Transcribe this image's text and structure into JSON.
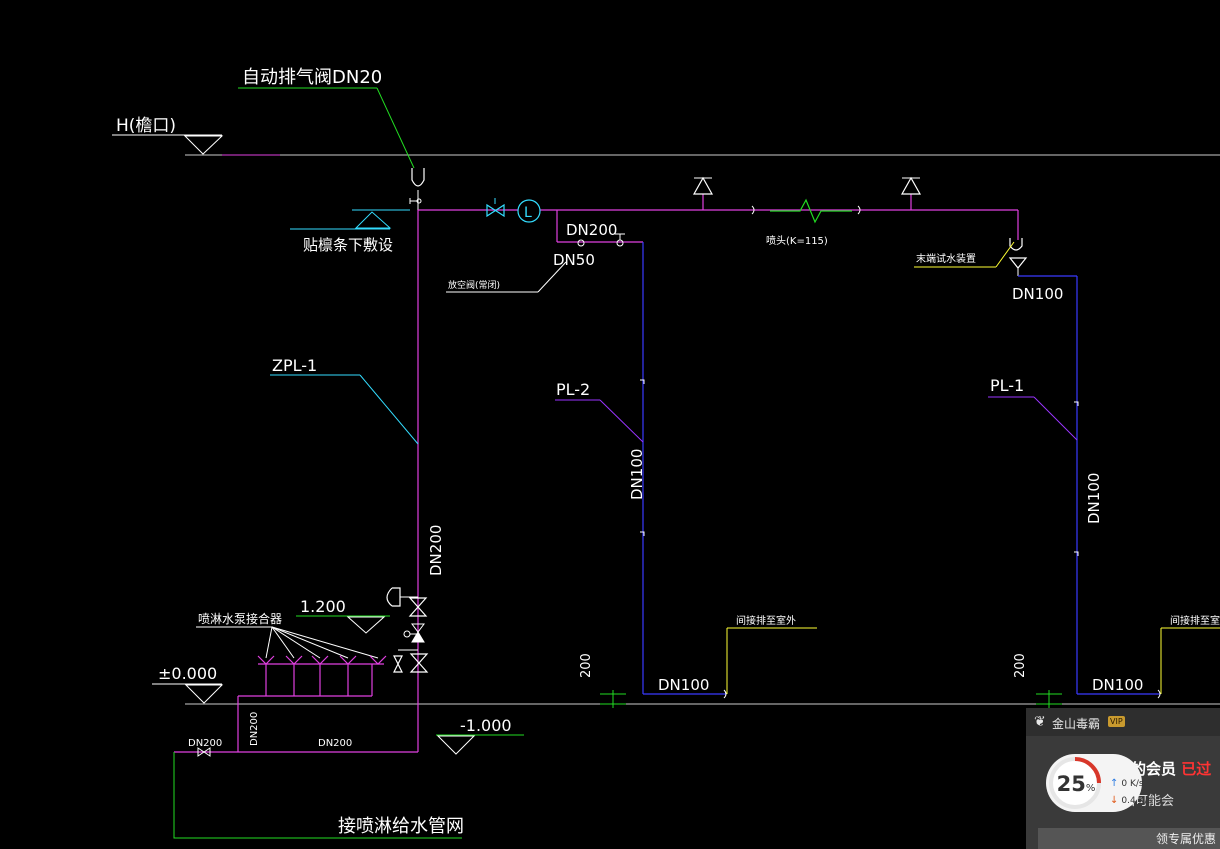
{
  "labels": {
    "air_valve": "自动排气阀DN20",
    "eave": "H(檐口)",
    "under_purlin": "贴檩条下敷设",
    "dn200_top": "DN200",
    "dn50": "DN50",
    "vent_valve": "放空阀(常闭)",
    "sprinkler": "喷头(K=115)",
    "end_test": "末端试水装置",
    "dn100_right": "DN100",
    "zpl": "ZPL-1",
    "pl2": "PL-2",
    "pl1": "PL-1",
    "dn100_pl2": "DN100",
    "dn100_pl1": "DN100",
    "dn200_riser": "DN200",
    "pump_adapter": "喷淋水泵接合器",
    "elev_1200": "1.200",
    "elev_0": "±0.000",
    "elev_minus1": "-1.000",
    "dn200_bottom_left": "DN200",
    "dn200_vertical": "DN200",
    "dn200_bottom": "DN200",
    "connect_main": "接喷淋给水管网",
    "dim_200_a": "200",
    "dim_200_b": "200",
    "dn100_bottom_a": "DN100",
    "dn100_bottom_b": "DN100",
    "indirect_a": "间接排至室外",
    "indirect_b": "间接排至室外",
    "flow_l": "L"
  },
  "popup": {
    "title": "金山毒霸",
    "vip": "VIP",
    "msg1_prefix": "您的会员",
    "msg1_red": "已过",
    "msg2": "脑可能会",
    "button": "领专属优惠"
  },
  "speed": {
    "percent": 25,
    "percent_sign": "%",
    "up": "0 K/s",
    "down": "0.4 K/s"
  },
  "colors": {
    "magenta": "#e040e0",
    "blue": "#3a3aff",
    "green": "#22dd22",
    "white": "#ffffff",
    "cyan": "#33ddff",
    "yellow": "#ffff33",
    "purple": "#9a34ff"
  }
}
